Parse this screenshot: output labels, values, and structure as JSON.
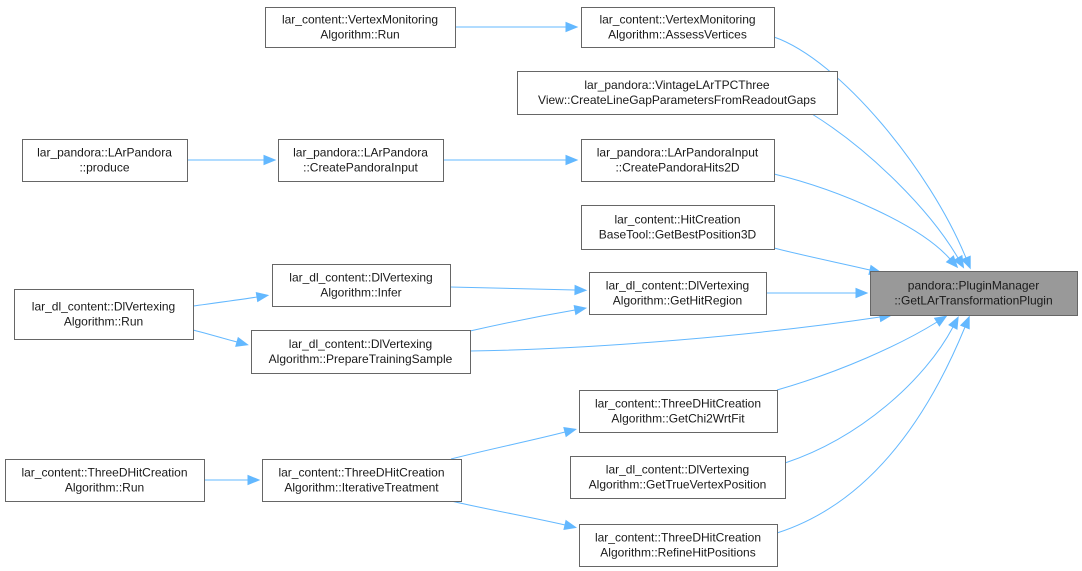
{
  "diagram": {
    "nodes": [
      {
        "id": "root",
        "lines": [
          "pandora::PluginManager",
          "::GetLArTransformationPlugin"
        ]
      },
      {
        "id": "vm_assess",
        "lines": [
          "lar_content::VertexMonitoring",
          "Algorithm::AssessVertices"
        ]
      },
      {
        "id": "vm_run",
        "lines": [
          "lar_content::VertexMonitoring",
          "Algorithm::Run"
        ]
      },
      {
        "id": "vintage",
        "lines": [
          "lar_pandora::VintageLArTPCThree",
          "View::CreateLineGapParametersFromReadoutGaps"
        ]
      },
      {
        "id": "hits2d",
        "lines": [
          "lar_pandora::LArPandoraInput",
          "::CreatePandoraHits2D"
        ]
      },
      {
        "id": "cpi",
        "lines": [
          "lar_pandora::LArPandora",
          "::CreatePandoraInput"
        ]
      },
      {
        "id": "produce",
        "lines": [
          "lar_pandora::LArPandora",
          "::produce"
        ]
      },
      {
        "id": "hitcreation",
        "lines": [
          "lar_content::HitCreation",
          "BaseTool::GetBestPosition3D"
        ]
      },
      {
        "id": "dl_ghr",
        "lines": [
          "lar_dl_content::DlVertexing",
          "Algorithm::GetHitRegion"
        ]
      },
      {
        "id": "dl_infer",
        "lines": [
          "lar_dl_content::DlVertexing",
          "Algorithm::Infer"
        ]
      },
      {
        "id": "dl_run",
        "lines": [
          "lar_dl_content::DlVertexing",
          "Algorithm::Run"
        ]
      },
      {
        "id": "dl_pts",
        "lines": [
          "lar_dl_content::DlVertexing",
          "Algorithm::PrepareTrainingSample"
        ]
      },
      {
        "id": "tdh_chi2",
        "lines": [
          "lar_content::ThreeDHitCreation",
          "Algorithm::GetChi2WrtFit"
        ]
      },
      {
        "id": "dl_gtvp",
        "lines": [
          "lar_dl_content::DlVertexing",
          "Algorithm::GetTrueVertexPosition"
        ]
      },
      {
        "id": "tdh_iter",
        "lines": [
          "lar_content::ThreeDHitCreation",
          "Algorithm::IterativeTreatment"
        ]
      },
      {
        "id": "tdh_run",
        "lines": [
          "lar_content::ThreeDHitCreation",
          "Algorithm::Run"
        ]
      },
      {
        "id": "tdh_refine",
        "lines": [
          "lar_content::ThreeDHitCreation",
          "Algorithm::RefineHitPositions"
        ]
      }
    ],
    "edges": [
      {
        "from": "vm_run",
        "to": "vm_assess"
      },
      {
        "from": "vm_assess",
        "to": "root"
      },
      {
        "from": "vintage",
        "to": "root"
      },
      {
        "from": "produce",
        "to": "cpi"
      },
      {
        "from": "cpi",
        "to": "hits2d"
      },
      {
        "from": "hits2d",
        "to": "root"
      },
      {
        "from": "hitcreation",
        "to": "root"
      },
      {
        "from": "dl_ghr",
        "to": "root"
      },
      {
        "from": "dl_run",
        "to": "dl_infer"
      },
      {
        "from": "dl_run",
        "to": "dl_pts"
      },
      {
        "from": "dl_infer",
        "to": "dl_ghr"
      },
      {
        "from": "dl_pts",
        "to": "dl_ghr"
      },
      {
        "from": "dl_pts",
        "to": "root"
      },
      {
        "from": "tdh_chi2",
        "to": "root"
      },
      {
        "from": "dl_gtvp",
        "to": "root"
      },
      {
        "from": "tdh_run",
        "to": "tdh_iter"
      },
      {
        "from": "tdh_iter",
        "to": "tdh_chi2"
      },
      {
        "from": "tdh_iter",
        "to": "tdh_refine"
      },
      {
        "from": "tdh_refine",
        "to": "root"
      }
    ],
    "colors": {
      "edge": "#63b8ff",
      "root_fill": "#999999",
      "node_fill": "#ffffff",
      "node_border": "#666666"
    }
  }
}
